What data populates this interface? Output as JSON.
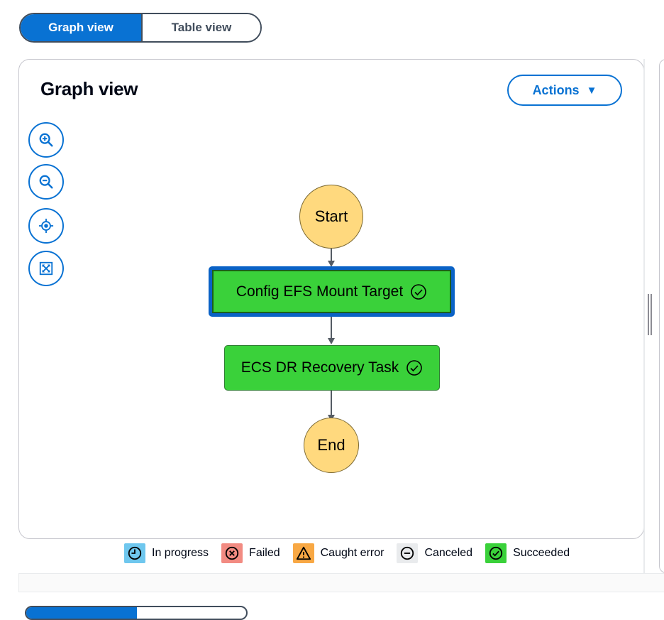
{
  "view_toggle": {
    "graph_label": "Graph view",
    "table_label": "Table view",
    "selected": "Graph view"
  },
  "panel": {
    "title": "Graph view",
    "actions_label": "Actions"
  },
  "toolbar": [
    {
      "name": "zoom-in",
      "icon": "zoom-in-icon"
    },
    {
      "name": "zoom-out",
      "icon": "zoom-out-icon"
    },
    {
      "name": "center",
      "icon": "locate-icon"
    },
    {
      "name": "fit",
      "icon": "fit-to-screen-icon"
    }
  ],
  "graph": {
    "start_label": "Start",
    "end_label": "End",
    "states": [
      {
        "label": "Config EFS Mount Target",
        "status": "Succeeded",
        "selected": true
      },
      {
        "label": "ECS DR Recovery Task",
        "status": "Succeeded",
        "selected": false
      }
    ]
  },
  "legend": [
    {
      "label": "In progress",
      "color": "#6fc7ee",
      "icon": "clock-icon"
    },
    {
      "label": "Failed",
      "color": "#f28b82",
      "icon": "x-circle-icon"
    },
    {
      "label": "Caught error",
      "color": "#f8a844",
      "icon": "warning-icon"
    },
    {
      "label": "Canceled",
      "color": "#e9ebed",
      "icon": "minus-circle-icon"
    },
    {
      "label": "Succeeded",
      "color": "#3ad13a",
      "icon": "check-circle-icon"
    }
  ],
  "colors": {
    "accent": "#0972d3",
    "succeeded": "#3ad13a",
    "terminal": "#ffd97e"
  }
}
